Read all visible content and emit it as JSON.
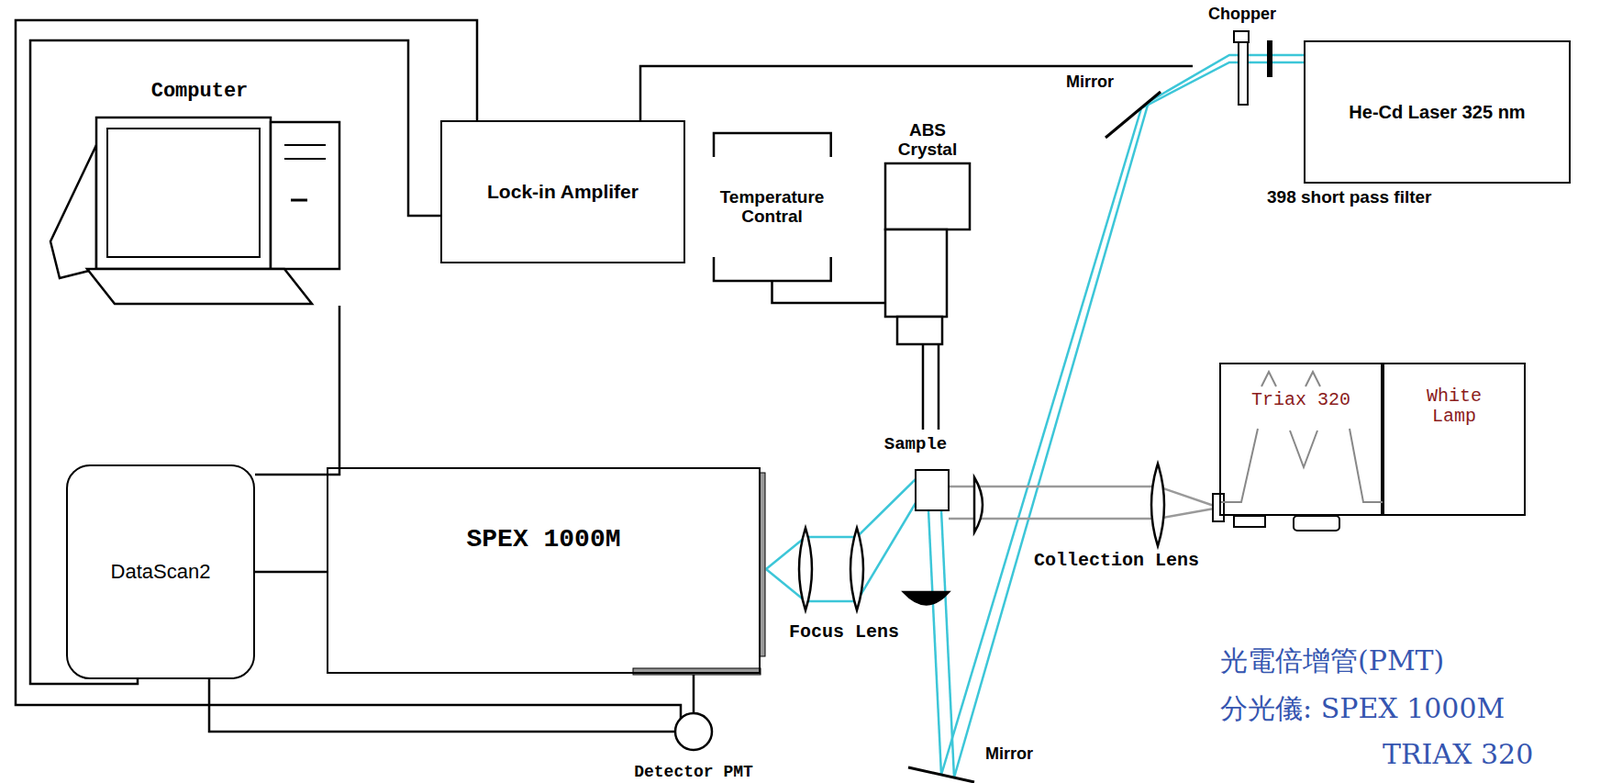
{
  "diagram": {
    "nodes": [
      {
        "text": [
          "Computer"
        ]
      },
      {
        "text": [
          "Lock-in Amplifer"
        ]
      },
      {
        "text": [
          "Temperature Contral"
        ]
      },
      {
        "text": [
          "ABS Crystal"
        ]
      },
      {
        "text": [
          "He-Cd Laser 325 nm"
        ]
      },
      {
        "text": [
          "DataScan2"
        ]
      },
      {
        "text": [
          "SPEX 1000M"
        ]
      },
      {
        "text": [
          "Sample"
        ]
      },
      {
        "text": [
          "Triax 320"
        ]
      },
      {
        "text": [
          "White Lamp"
        ]
      },
      {
        "text": [
          "Detector PMT"
        ]
      },
      {
        "text": [
          "Chopper"
        ]
      }
    ],
    "edges": [
      {
        "from": 1,
        "to": 11,
        "arrow": "none"
      },
      {
        "from": 2,
        "to": 3,
        "arrow": "none"
      },
      {
        "from": 0,
        "to": 5,
        "arrow": "none"
      },
      {
        "from": 5,
        "to": 6,
        "arrow": "none"
      },
      {
        "from": 5,
        "to": 10,
        "arrow": "none"
      },
      {
        "from": 1,
        "to": 5,
        "arrow": "none"
      },
      {
        "from": 1,
        "to": 10,
        "arrow": "none"
      }
    ],
    "labels": [
      "Mirror",
      "398 short pass filter",
      "Focus Lens",
      "Collection Lens",
      "Mirror",
      "光電倍增管(PMT)",
      "分光儀: SPEX 1000M",
      "TRIAX 320"
    ]
  }
}
